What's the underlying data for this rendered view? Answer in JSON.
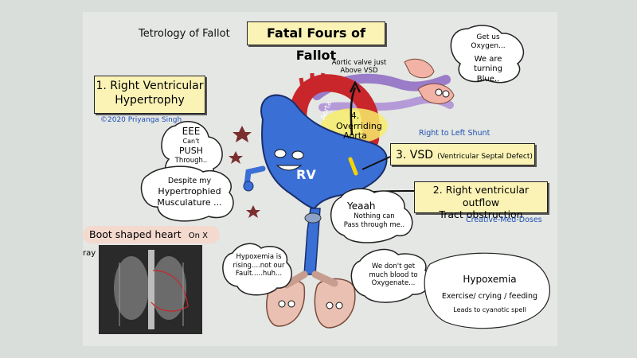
{
  "title": "Fatal Fours of Fallot",
  "subtitle": "Tetrology of Fallot",
  "credit": "©2020 Priyanga Singh",
  "brand": "Creative-Med-Doses",
  "labels": {
    "rv_hypertrophy_line1": "1. Right Ventricular",
    "rv_hypertrophy_line2": "Hypertrophy",
    "overriding_aorta_line1": "4. Overriding",
    "overriding_aorta_line2": "Aorta",
    "aorta_word": "Aorta",
    "vsd_main": "3. VSD",
    "vsd_sub": "(Ventricular Septal Defect)",
    "rvot_line1": "2. Right ventricular outflow",
    "rvot_line2": "Tract obstruction",
    "rv": "RV",
    "shunt": "Right to Left Shunt",
    "aortic_valve_line1": "Aortic valve just",
    "aortic_valve_line2": "Above VSD",
    "boot_shaped": "Boot shaped heart",
    "on_xray": "On X ray",
    "hypoxemia": "Hypoxemia",
    "hypoxemia_causes": "Exercise/ crying / feeding",
    "cyanotic_spell": "Leads to cyanotic spell"
  },
  "bubbles": {
    "oxygen_line1": "Get us",
    "oxygen_line2": "Oxygen...",
    "oxygen_line3": "We are turning",
    "oxygen_line4": "Blue..",
    "eee_line1": "EEE",
    "eee_line2": "Can't",
    "eee_line3": "PUSH",
    "eee_line4": "Through..",
    "eee_line5": "Despite my",
    "eee_line6": "Hypertrophied",
    "eee_line7": "Musculature ...",
    "yeaah_line1": "Yeaah",
    "yeaah_line2": "Nothing can",
    "yeaah_line3": "Pass through me..",
    "hypox_line1": "Hypoxemia is",
    "hypox_line2": "rising....not our",
    "hypox_line3": "Fault.....huh...",
    "blood_line1": "We don't get",
    "blood_line2": "much blood to",
    "blood_line3": "Oxygenate..."
  },
  "colors": {
    "heart_blue": "#3a6fd6",
    "aorta_red": "#c8262b",
    "pulmonary_purple": "#9a7cc8",
    "label_yellow": "#fbf3b6",
    "hand_pink": "#f3b2a6",
    "lung_pink": "#e9c0b2",
    "credit_blue": "#1f4fb8"
  }
}
